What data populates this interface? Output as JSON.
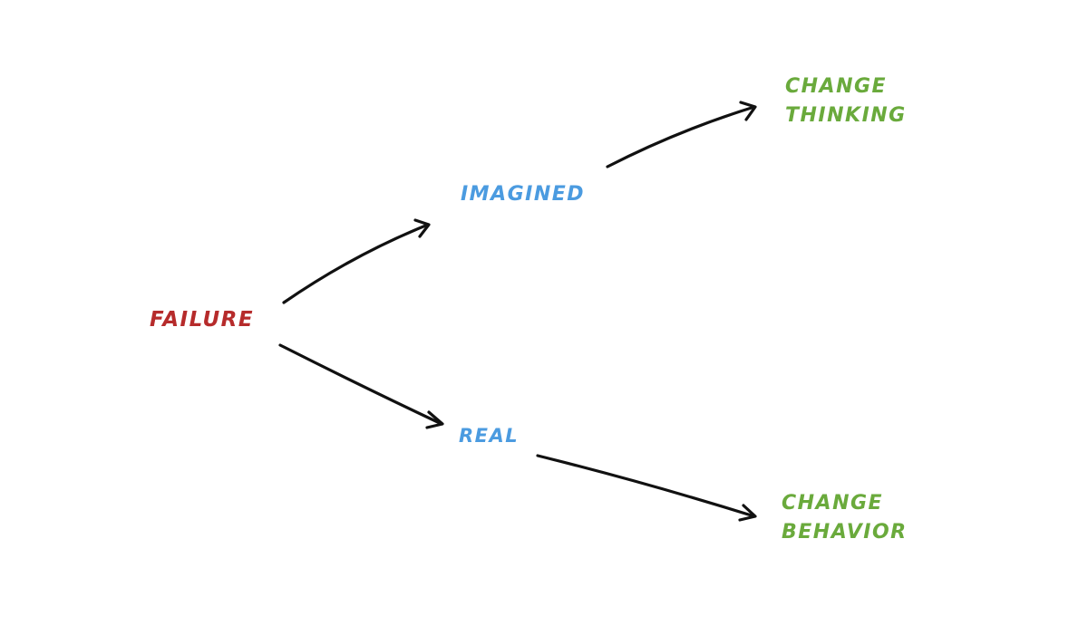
{
  "colors": {
    "root": "#b62b2b",
    "middle": "#4b9be0",
    "outcome": "#6aaa3c",
    "arrow": "#111111"
  },
  "nodes": {
    "failure": {
      "label": "FAILURE"
    },
    "imagined": {
      "label": "IMAGINED"
    },
    "real": {
      "label": "REAL"
    },
    "change_thinking": {
      "line1": "CHANGE",
      "line2": "THINKING"
    },
    "change_behavior": {
      "line1": "CHANGE",
      "line2": "BEHAVIOR"
    }
  },
  "edges": [
    {
      "from": "failure",
      "to": "imagined"
    },
    {
      "from": "failure",
      "to": "real"
    },
    {
      "from": "imagined",
      "to": "change_thinking"
    },
    {
      "from": "real",
      "to": "change_behavior"
    }
  ]
}
